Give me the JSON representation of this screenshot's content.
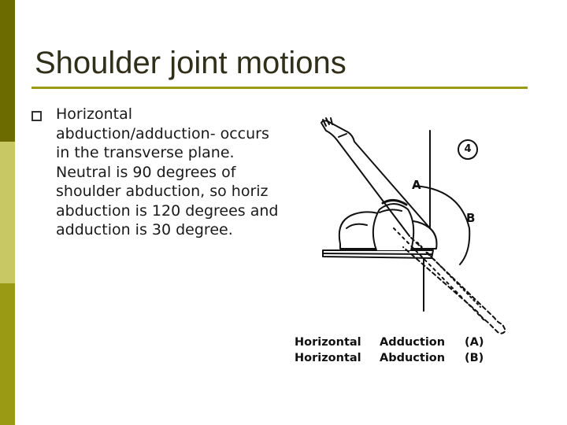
{
  "slide": {
    "title": "Shoulder joint motions",
    "bullets": [
      "Horizontal abduction/adduction- occurs in the transverse plane. Neutral is 90 degrees of shoulder abduction, so horiz abduction is 120 degrees and adduction is 30 degree."
    ]
  },
  "figure": {
    "figure_number": "4",
    "point_labels": [
      "A",
      "B"
    ],
    "legend": [
      {
        "term": "Horizontal",
        "motion": "Adduction",
        "key": "(A)"
      },
      {
        "term": "Horizontal",
        "motion": "Abduction",
        "key": "(B)"
      }
    ]
  },
  "colors": {
    "sidebar_dark": "#6b6b00",
    "sidebar_light": "#c8c864",
    "sidebar_mid": "#9a9a14",
    "title_rule": "#9a9a14",
    "text": "#1a1a1a"
  }
}
